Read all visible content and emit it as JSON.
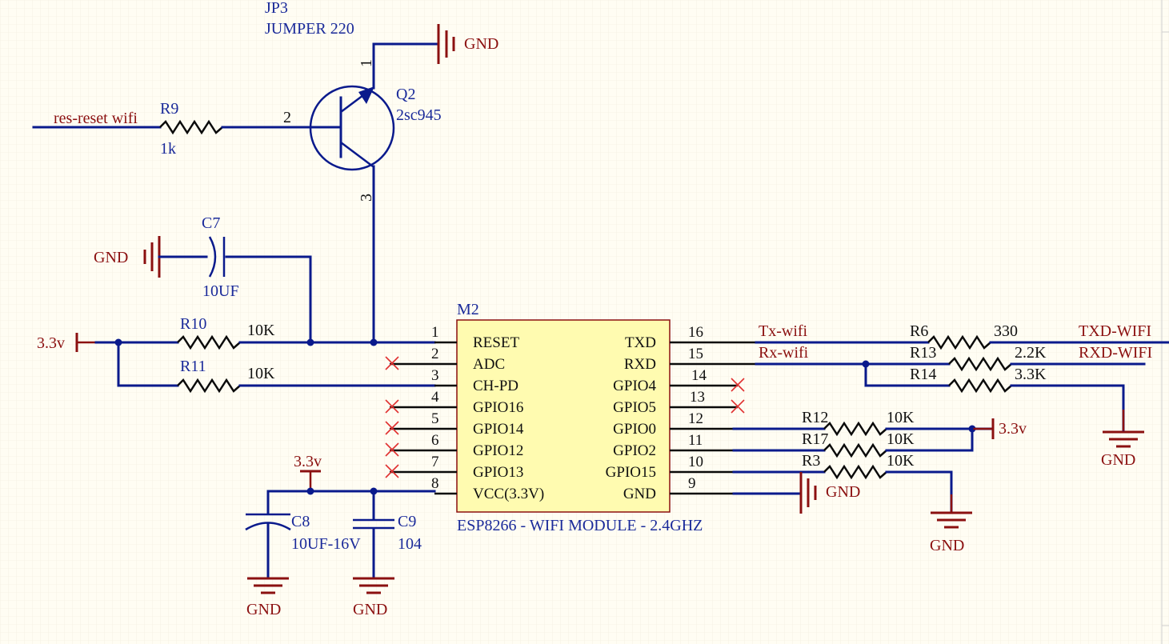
{
  "jumper": {
    "ref": "JP3",
    "value": "JUMPER 220"
  },
  "transistor": {
    "ref": "Q2",
    "value": "2sc945",
    "pin_base": "2",
    "pin_collector": "1",
    "pin_emitter": "3"
  },
  "resistors": {
    "r9": {
      "ref": "R9",
      "value": "1k"
    },
    "r10": {
      "ref": "R10",
      "value": "10K"
    },
    "r11": {
      "ref": "R11",
      "value": "10K"
    },
    "r6": {
      "ref": "R6",
      "value": "330"
    },
    "r13": {
      "ref": "R13",
      "value": "2.2K"
    },
    "r14": {
      "ref": "R14",
      "value": "3.3K"
    },
    "r12": {
      "ref": "R12",
      "value": "10K"
    },
    "r17": {
      "ref": "R17",
      "value": "10K"
    },
    "r3": {
      "ref": "R3",
      "value": "10K"
    }
  },
  "capacitors": {
    "c7": {
      "ref": "C7",
      "value": "10UF"
    },
    "c8": {
      "ref": "C8",
      "value": "10UF-16V"
    },
    "c9": {
      "ref": "C9",
      "value": "104"
    }
  },
  "nets": {
    "gnd": "GND",
    "v33": "3.3v",
    "reset_in": "res-reset wifi",
    "tx": "Tx-wifi",
    "rx": "Rx-wifi",
    "txd_out": "TXD-WIFI",
    "rxd_out": "RXD-WIFI"
  },
  "module": {
    "ref": "M2",
    "caption": "ESP8266 - WIFI MODULE - 2.4GHZ",
    "left_pins": [
      {
        "num": "1",
        "name": "RESET"
      },
      {
        "num": "2",
        "name": "ADC"
      },
      {
        "num": "3",
        "name": "CH-PD"
      },
      {
        "num": "4",
        "name": "GPIO16"
      },
      {
        "num": "5",
        "name": "GPIO14"
      },
      {
        "num": "6",
        "name": "GPIO12"
      },
      {
        "num": "7",
        "name": "GPIO13"
      },
      {
        "num": "8",
        "name": "VCC(3.3V)"
      }
    ],
    "right_pins": [
      {
        "num": "16",
        "name": "TXD"
      },
      {
        "num": "15",
        "name": "RXD"
      },
      {
        "num": "14",
        "name": "GPIO4"
      },
      {
        "num": "13",
        "name": "GPIO5"
      },
      {
        "num": "12",
        "name": "GPIO0"
      },
      {
        "num": "11",
        "name": "GPIO2"
      },
      {
        "num": "10",
        "name": "GPIO15"
      },
      {
        "num": "9",
        "name": "GND"
      }
    ]
  },
  "colors": {
    "wire": "#0a1a8c",
    "net_label": "#8b1010",
    "module_fill": "#fffbb0",
    "no_connect": "#e03030",
    "sheet": "#fffdf3"
  }
}
